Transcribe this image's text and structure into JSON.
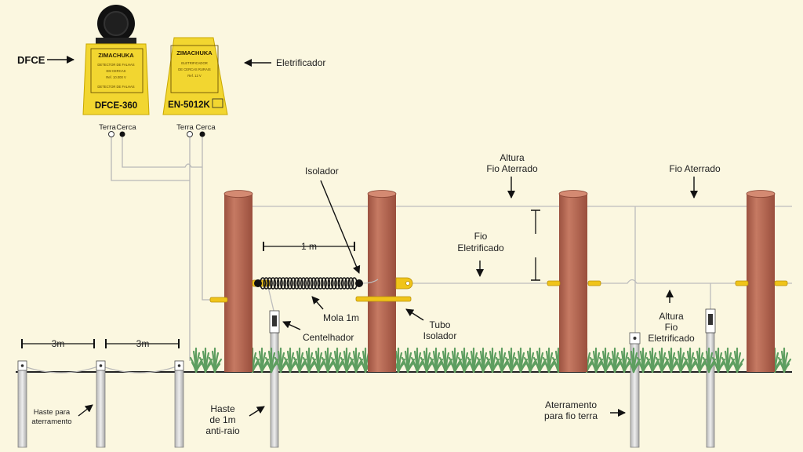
{
  "labels": {
    "dfce": "DFCE",
    "eletrificador": "Eletrificador",
    "isolador": "Isolador",
    "um_metro": "1 m",
    "mola": "Mola 1m",
    "centelhador": "Centelhador",
    "tubo": [
      "Tubo",
      "Isolador"
    ],
    "altura_fio_aterrado": [
      "Altura",
      "Fio Aterrado"
    ],
    "fio_aterrado": "Fio Aterrado",
    "fio_eletrificado": [
      "Fio",
      "Eletrificado"
    ],
    "altura_fio_eletrificado": [
      "Altura",
      "Fio",
      "Eletrificado"
    ],
    "dist_3m": "3m",
    "haste_aterramento": [
      "Haste para",
      "aterramento"
    ],
    "haste_anti_raio": [
      "Haste",
      "de 1m",
      "anti-raio"
    ],
    "aterramento_fio_terra": [
      "Aterramento",
      "para fio terra"
    ],
    "terminal_terra": "Terra",
    "terminal_cerca": "Cerca"
  },
  "devices": [
    {
      "brand": "ZIMACHUKA",
      "model": "DFCE-360",
      "panel_line": "DETECTOR DE FALHAS",
      "info_lines": [
        "DETECTOR DE FALHAS",
        "EM CERCAS",
        "Ref. 10.000 V"
      ]
    },
    {
      "brand": "ZIMACHUKA",
      "model": "EN-5012K",
      "info_lines": [
        "ELETRIFICADOR",
        "DE CERCAS RURAIS",
        "Ref. 12 V"
      ]
    }
  ],
  "colors": {
    "background": "#fbf7e0",
    "post": "#b66a55",
    "device": "#f2d630",
    "insulator": "#f0c419",
    "grass": "#6aa86a",
    "wire": "#b8b8b8"
  }
}
